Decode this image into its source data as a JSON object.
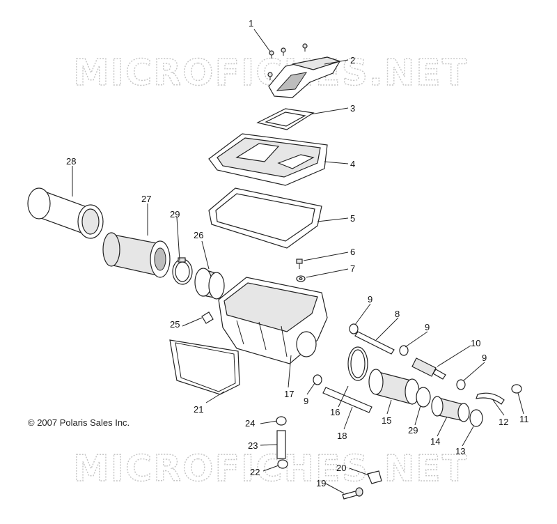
{
  "watermark": {
    "top": "MICROFICHES.NET",
    "bottom": "MICROFICHES.NET"
  },
  "copyright": "© 2007 Polaris Sales Inc.",
  "callouts": {
    "c1": "1",
    "c2": "2",
    "c3": "3",
    "c4": "4",
    "c5": "5",
    "c6": "6",
    "c7": "7",
    "c8": "8",
    "c9a": "9",
    "c9b": "9",
    "c9c": "9",
    "c9d": "9",
    "c10": "10",
    "c11": "11",
    "c12": "12",
    "c13": "13",
    "c14": "14",
    "c15": "15",
    "c16": "16",
    "c17": "17",
    "c18": "18",
    "c19": "19",
    "c20": "20",
    "c21": "21",
    "c22": "22",
    "c23": "23",
    "c24": "24",
    "c25": "25",
    "c26": "26",
    "c27": "27",
    "c28": "28",
    "c29a": "29",
    "c29b": "29"
  }
}
